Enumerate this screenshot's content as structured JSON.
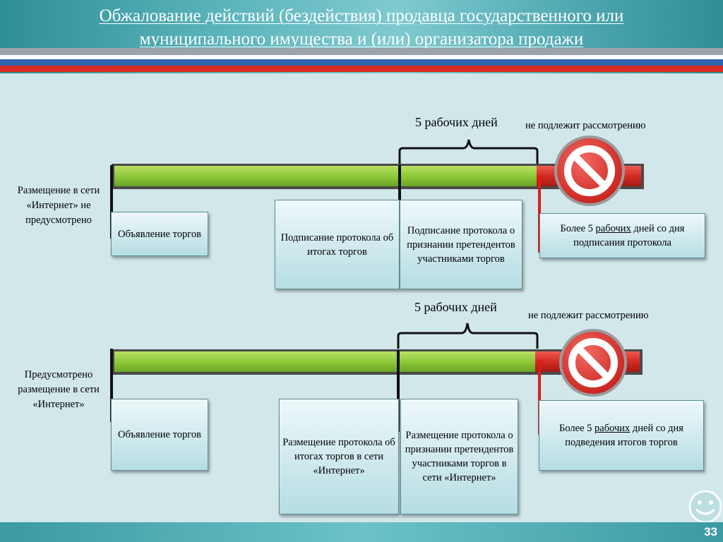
{
  "header": {
    "title": "Обжалование действий (бездействия) продавца государственного или муниципального имущества и (или) организатора продажи"
  },
  "colors": {
    "teal": "#3f9fa8",
    "bar_green": "#8fc93a",
    "bar_red": "#d42a24",
    "stripe_blue": "#2c64ac",
    "stripe_red": "#d92b23"
  },
  "row1": {
    "side_label": "Размещение в сети «Интернет» не предусмотрено",
    "days": "5 рабочих дней",
    "not_considered": "не подлежит рассмотрению",
    "box_announcement": "Объявление торгов",
    "box_protocol_results": "Подписание протокола об итогах торгов",
    "box_protocol_applicants": "Подписание протокола о признании претендентов участниками торгов",
    "box_more_prefix": "Более 5",
    "box_more_word": "рабочих",
    "box_more_suffix": "дней со дня подписания протокола"
  },
  "row2": {
    "side_label": "Предусмотрено размещение в сети «Интернет»",
    "days": "5 рабочих дней",
    "not_considered": "не подлежит рассмотрению",
    "box_announcement": "Объявление торгов",
    "box_protocol_results": "Размещение протокола об итогах торгов в сети «Интернет»",
    "box_protocol_applicants": "Размещение протокола о признании претендентов участниками торгов в сети «Интернет»",
    "box_more_prefix": "Более 5",
    "box_more_word": "рабочих",
    "box_more_suffix": "дней со дня подведения итогов торгов"
  },
  "footer": {
    "page_number": "33",
    "smiley_icon": "smiley-icon"
  }
}
